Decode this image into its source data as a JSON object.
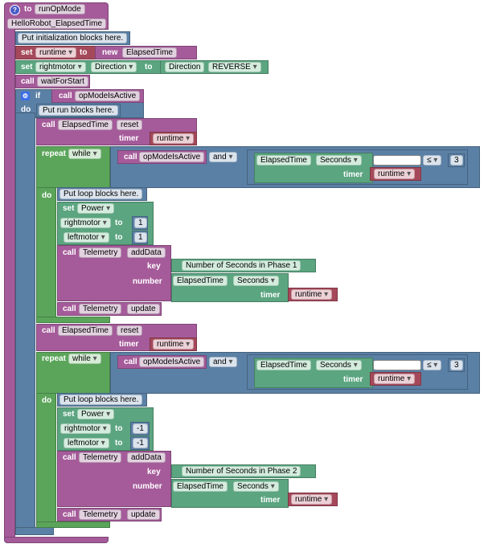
{
  "header": {
    "help": "?",
    "to": "to",
    "function": "runOpMode",
    "project": "HelloRobot_ElapsedTime"
  },
  "init": {
    "comment": "Put initialization blocks here.",
    "set1": {
      "set": "set",
      "var": "runtime",
      "to": "to",
      "new": "new",
      "class": "ElapsedTime"
    },
    "set2": {
      "set": "set",
      "device": "rightmotor",
      "prop": "Direction",
      "to": "to",
      "enum": "Direction",
      "value": "REVERSE"
    },
    "call": {
      "call": "call",
      "func": "waitForStart"
    }
  },
  "ifblock": {
    "if": "if",
    "call": "call",
    "func": "opModeIsActive",
    "do": "do",
    "comment": "Put run blocks here."
  },
  "phase1": {
    "reset": {
      "call": "call",
      "obj": "ElapsedTime",
      "method": "reset",
      "timer": "timer",
      "var": "runtime"
    },
    "loop": {
      "repeat": "repeat",
      "mode": "while",
      "call": "call",
      "func": "opModeIsActive",
      "and": "and",
      "obj": "ElapsedTime",
      "prop": "Seconds",
      "timer": "timer",
      "var": "runtime",
      "op": "≤",
      "limit": "3",
      "do": "do",
      "comment": "Put loop blocks here."
    },
    "power": {
      "set": "set",
      "prop": "Power",
      "m1": "rightmotor",
      "to1": "to",
      "v1": "1",
      "m2": "leftmotor",
      "to2": "to",
      "v2": "1"
    },
    "tele": {
      "call": "call",
      "obj": "Telemetry",
      "method": "addData",
      "key_label": "key",
      "key": "Number of Seconds in Phase 1",
      "number_label": "number",
      "nobj": "ElapsedTime",
      "nprop": "Seconds",
      "timer": "timer",
      "var": "runtime"
    },
    "update": {
      "call": "call",
      "obj": "Telemetry",
      "method": "update"
    }
  },
  "phase2": {
    "reset": {
      "call": "call",
      "obj": "ElapsedTime",
      "method": "reset",
      "timer": "timer",
      "var": "runtime"
    },
    "loop": {
      "repeat": "repeat",
      "mode": "while",
      "call": "call",
      "func": "opModeIsActive",
      "and": "and",
      "obj": "ElapsedTime",
      "prop": "Seconds",
      "timer": "timer",
      "var": "runtime",
      "op": "≤",
      "limit": "3",
      "do": "do",
      "comment": "Put loop blocks here."
    },
    "power": {
      "set": "set",
      "prop": "Power",
      "m1": "rightmotor",
      "to1": "to",
      "v1": "-1",
      "m2": "leftmotor",
      "to2": "to",
      "v2": "-1"
    },
    "tele": {
      "call": "call",
      "obj": "Telemetry",
      "method": "addData",
      "key_label": "key",
      "key": "Number of Seconds in Phase 2",
      "number_label": "number",
      "nobj": "ElapsedTime",
      "nprop": "Seconds",
      "timer": "timer",
      "var": "runtime"
    },
    "update": {
      "call": "call",
      "obj": "Telemetry",
      "method": "update"
    }
  },
  "colors": {
    "procedure": "#a55b9a",
    "variable": "#a5495a",
    "logic": "#5b80a5",
    "loop": "#5ba55b",
    "math": "#5ba580"
  }
}
